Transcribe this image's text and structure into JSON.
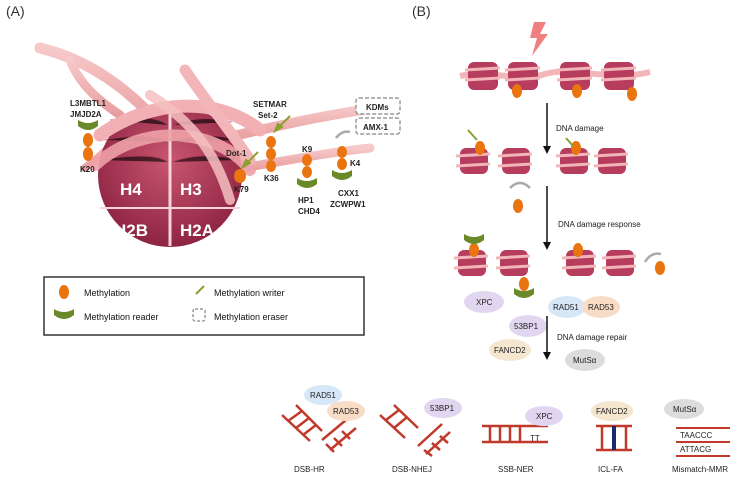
{
  "panel_a": {
    "tag": "(A)",
    "histones": {
      "h4": "H4",
      "h3": "H3",
      "h2b": "H2B",
      "h2a": "H2A"
    },
    "labels": {
      "l3mbtl1": "L3MBTL1",
      "jmjd2a": "JMJD2A",
      "k20": "K20",
      "setmar": "SETMAR",
      "set2": "Set-2",
      "dot1": "Dot-1",
      "k79": "K79",
      "k36": "K36",
      "k9": "K9",
      "k4": "K4",
      "hp1": "HP1",
      "chd4": "CHD4",
      "cxx1": "CXX1",
      "zcwpw1": "ZCWPW1",
      "kdm": "KDMs",
      "amx1": "AMX-1"
    },
    "legend": {
      "methylation": "Methylation",
      "writer": "Methylation writer",
      "reader": "Methylation reader",
      "eraser": "Methylation eraser"
    }
  },
  "panel_b": {
    "tag": "(B)",
    "steps": {
      "damage": "DNA damage",
      "response": "DNA damage response",
      "repair": "DNA damage repair"
    },
    "proteins": {
      "xpc": "XPC",
      "rad51": "RAD51",
      "rad53": "RAD53",
      "bp1": "53BP1",
      "fancd2": "FANCD2",
      "mutsa": "MutSα"
    },
    "pathways": {
      "hr": "DSB-HR",
      "nhej": "DSB-NHEJ",
      "ner": "SSB-NER",
      "fa": "ICL-FA",
      "mmr": "Mismatch-MMR"
    },
    "pathway_proteins": {
      "rad51": "RAD51",
      "rad53": "RAD53",
      "bp1": "53BP1",
      "xpc": "XPC",
      "fancd2": "FANCD2",
      "mutsa": "MutSα"
    },
    "mmr_seq": {
      "top": "TAACCC",
      "bottom": "ATTACG"
    },
    "tt": "TT"
  },
  "colors": {
    "methyl": "#ea7410",
    "reader": "#6a8a2a",
    "histone": "#b73d5e",
    "tail": "#f2b6b8",
    "nucleosome": "#c2455f"
  }
}
